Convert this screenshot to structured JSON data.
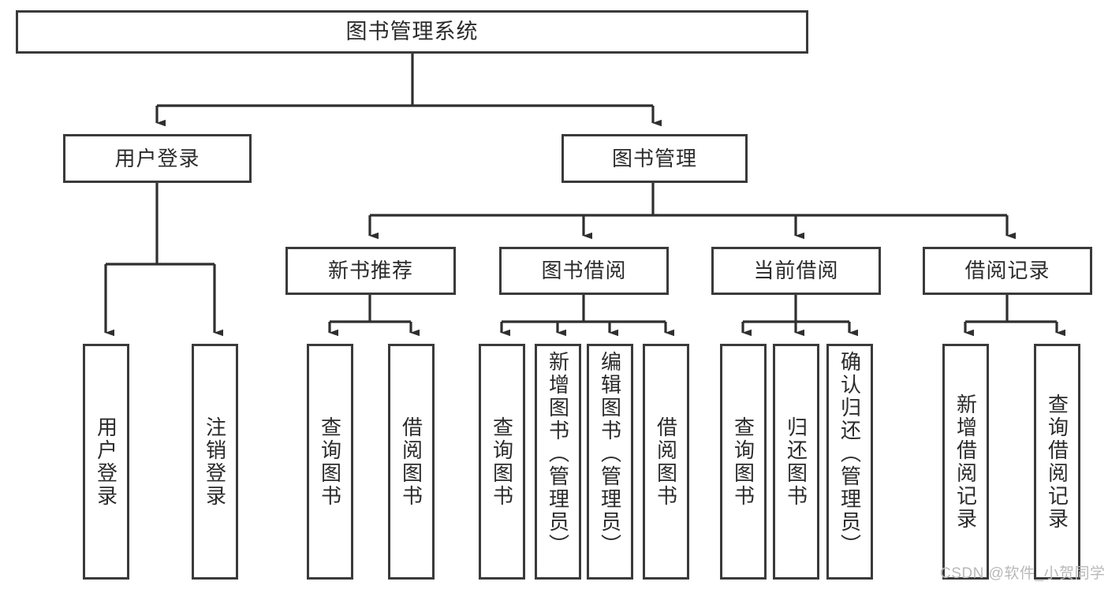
{
  "diagram": {
    "title": "图书管理系统",
    "type": "tree-hierarchy-diagram",
    "root": {
      "label": "图书管理系统"
    },
    "level1": [
      {
        "label": "用户登录"
      },
      {
        "label": "图书管理"
      }
    ],
    "level2": [
      {
        "label": "新书推荐"
      },
      {
        "label": "图书借阅"
      },
      {
        "label": "当前借阅"
      },
      {
        "label": "借阅记录"
      }
    ],
    "leaves": {
      "user_login": [
        {
          "label": "用户登录"
        },
        {
          "label": "注销登录"
        }
      ],
      "new_book_recommend": [
        {
          "label": "查询图书"
        },
        {
          "label": "借阅图书"
        }
      ],
      "book_borrow": [
        {
          "label": "查询图书"
        },
        {
          "label": "新增图书（管理员）"
        },
        {
          "label": "编辑图书（管理员）"
        },
        {
          "label": "借阅图书"
        }
      ],
      "current_borrow": [
        {
          "label": "查询图书"
        },
        {
          "label": "归还图书"
        },
        {
          "label": "确认归还（管理员）"
        }
      ],
      "borrow_record": [
        {
          "label": "新增借阅记录"
        },
        {
          "label": "查询借阅记录"
        }
      ]
    }
  },
  "watermark": {
    "text": "CSDN @软件_小贺同学"
  },
  "colors": {
    "box_border": "#3a3a3a",
    "box_fill": "#ffffff",
    "text": "#2b2b2b",
    "connector": "#2f2f2f",
    "watermark": "#b9b9b9",
    "background": "#ffffff"
  }
}
